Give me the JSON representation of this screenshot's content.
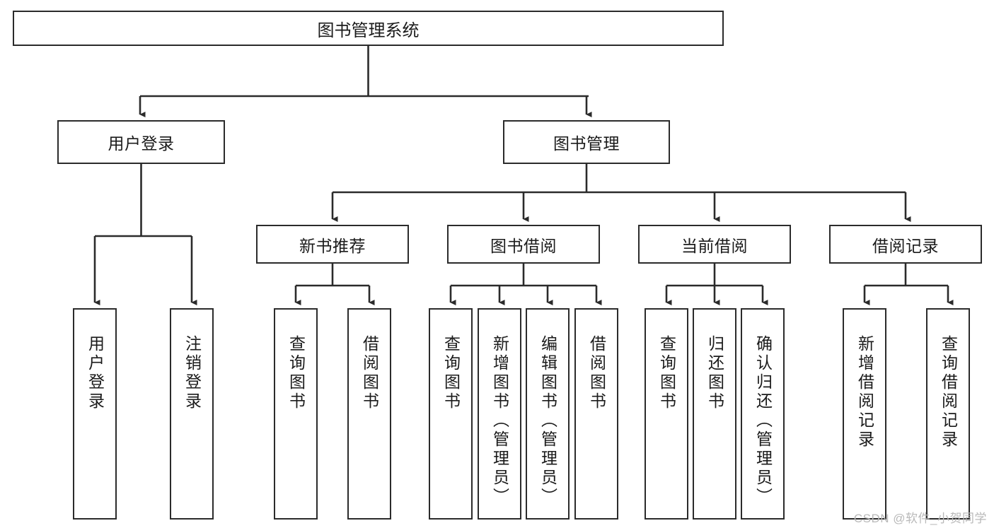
{
  "diagram": {
    "title": "图书管理系统",
    "type": "tree-hierarchy-chart",
    "stroke_color": "#2b2b2b",
    "background_color": "#ffffff",
    "text_color": "#1b1b1b",
    "root": {
      "label": "图书管理系统"
    },
    "level2": [
      {
        "label": "用户登录"
      },
      {
        "label": "图书管理"
      }
    ],
    "level3": [
      {
        "label": "新书推荐"
      },
      {
        "label": "图书借阅"
      },
      {
        "label": "当前借阅"
      },
      {
        "label": "借阅记录"
      }
    ],
    "leaves": {
      "user_login": [
        {
          "label": "用户登录"
        },
        {
          "label": "注销登录"
        }
      ],
      "new_book_recommend": [
        {
          "label": "查询图书"
        },
        {
          "label": "借阅图书"
        }
      ],
      "book_borrow": [
        {
          "label": "查询图书"
        },
        {
          "label": "新增图书（管理员）"
        },
        {
          "label": "编辑图书（管理员）"
        },
        {
          "label": "借阅图书"
        }
      ],
      "current_borrow": [
        {
          "label": "查询图书"
        },
        {
          "label": "归还图书"
        },
        {
          "label": "确认归还（管理员）"
        }
      ],
      "borrow_record": [
        {
          "label": "新增借阅记录"
        },
        {
          "label": "查询借阅记录"
        }
      ]
    },
    "watermark": "CSDN @软件_小贺同学"
  }
}
